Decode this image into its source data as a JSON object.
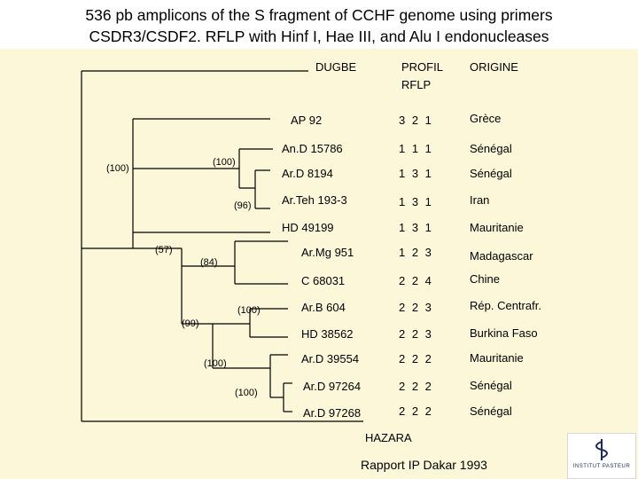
{
  "title": {
    "line1": "536 pb amplicons of the S fragment of CCHF genome using primers",
    "line2": "CSDR3/CSDF2.  RFLP with Hinf I, Hae III, and Alu I endonucleases"
  },
  "headers": {
    "root_strain": "DUGBE",
    "profile_line1": "PROFIL",
    "profile_line2": "RFLP",
    "origin": "ORIGINE"
  },
  "strains": [
    {
      "name": "AP 92",
      "profile": "3 2 1",
      "origin": "Grèce"
    },
    {
      "name": "An.D 15786",
      "profile": "1 1 1",
      "origin": "Sénégal"
    },
    {
      "name": "Ar.D 8194",
      "profile": "1 3 1",
      "origin": "Sénégal"
    },
    {
      "name": "Ar.Teh 193-3",
      "profile": "1 3 1",
      "origin": "Iran"
    },
    {
      "name": "HD 49199",
      "profile": "1 3 1",
      "origin": "Mauritanie"
    },
    {
      "name": "Ar.Mg 951",
      "profile": "1 2 3",
      "origin": "Madagascar"
    },
    {
      "name": "C 68031",
      "profile": "2 2 4",
      "origin": "Chine"
    },
    {
      "name": "Ar.B 604",
      "profile": "2 2 3",
      "origin": "Rép. Centrafr."
    },
    {
      "name": "HD 38562",
      "profile": "2 2 3",
      "origin": "Burkina Faso"
    },
    {
      "name": "Ar.D 39554",
      "profile": "2 2 2",
      "origin": "Mauritanie"
    },
    {
      "name": "Ar.D 97264",
      "profile": "2 2 2",
      "origin": "Sénégal"
    },
    {
      "name": "Ar.D 97268",
      "profile": "2 2 2",
      "origin": "Sénégal"
    }
  ],
  "bootstraps": {
    "b100_root": "(100)",
    "b100_senegal": "(100)",
    "b96": "(96)",
    "b57": "(57)",
    "b84": "(84)",
    "b99": "(99)",
    "b100_central": "(100)",
    "b100_lower": "(100)",
    "b100_bottom": "(100)"
  },
  "footer": {
    "hazara": "HAZARA",
    "source": "Rapport IP Dakar 1993"
  },
  "logo": {
    "text": "INSTITUT PASTEUR"
  }
}
